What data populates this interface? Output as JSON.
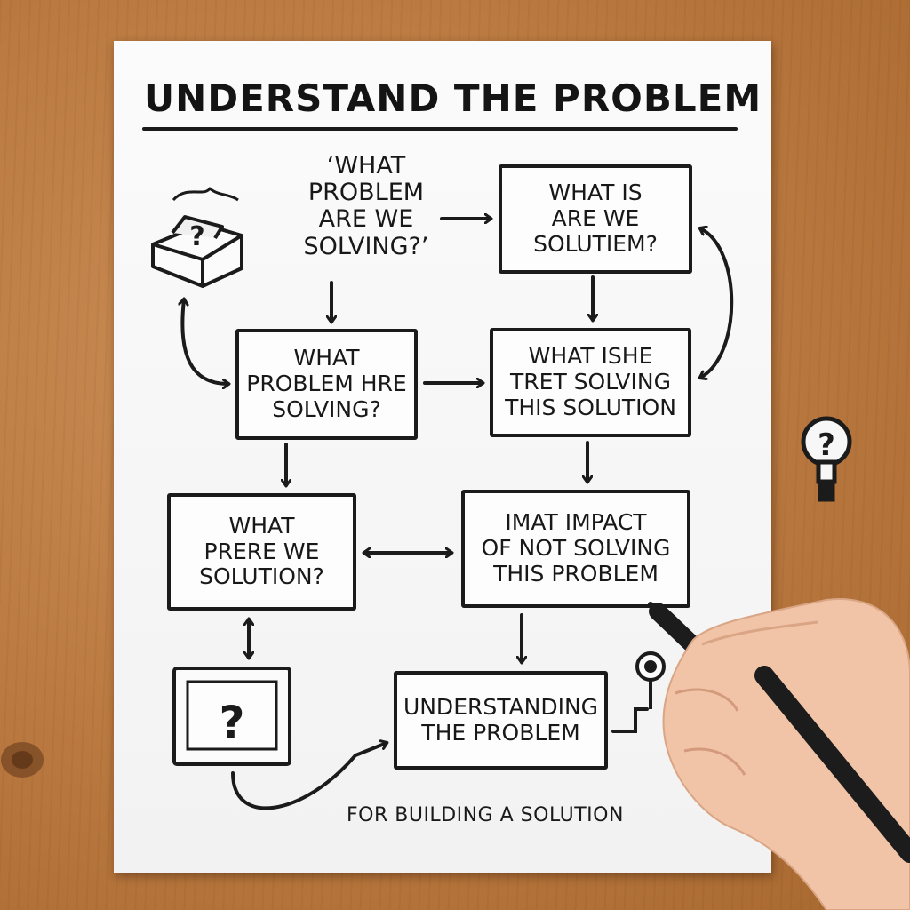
{
  "title": "UNDERSTAND THE PROBLEM",
  "question_text": "‘WHAT\nPROBLEM\nARE WE\nSOLVING?’",
  "boxes": {
    "top_right": "WHAT IS\nARE WE\nSOLUTIEM?",
    "middle_left": "WHAT\nPROBLEM HRE\nSOLVING?",
    "middle_right": "WHAT ISHE\nTRET SOLVING\nTHIS SOLUTION",
    "lower_left": "WHAT\nPRERE WE\nSOLUTION?",
    "lower_right": "IMAT IMPACT\nOF NOT SOLVING\nTHIS PROBLEM",
    "bottom": "UNDERSTANDING\nTHE PROBLEM"
  },
  "caption": "FOR BUILDING A SOLUTION",
  "icons": {
    "question_mark": "?",
    "box_icon": "open-box-question-icon",
    "monitor_icon": "monitor-question-icon",
    "lightbulb_icon": "lightbulb-question-icon"
  },
  "colors": {
    "ink": "#1b1b1b",
    "paper": "#f6f6f6",
    "wood": "#b9783f"
  }
}
